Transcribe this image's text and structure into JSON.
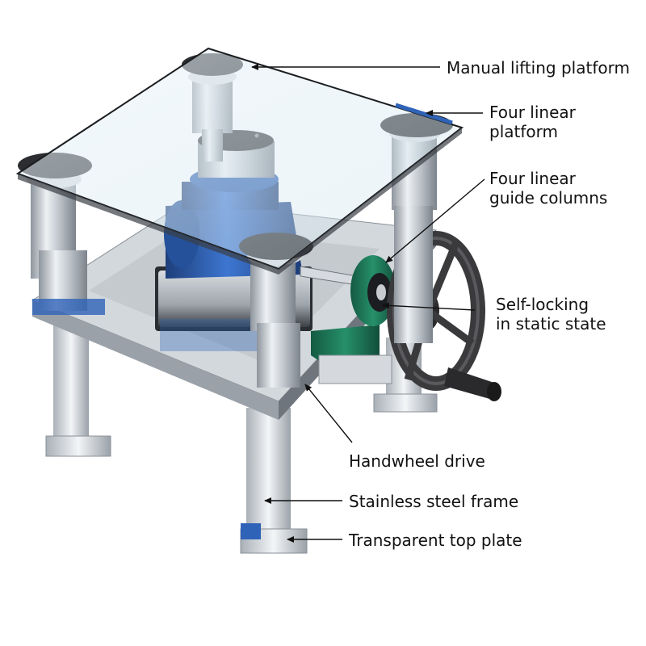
{
  "colors": {
    "steel": "#c7ccd1",
    "steel_dark": "#7d858e",
    "motor_blue": "#2f63b8",
    "bearing_green": "#1f7f5e",
    "handwheel": "#3a3a3c",
    "glass": "#dfeef5"
  },
  "callouts": [
    {
      "id": "manual-lifting-platform",
      "lines": [
        "Manual lifting platform"
      ]
    },
    {
      "id": "four-linear-platform",
      "lines": [
        "Four linear",
        "platform"
      ]
    },
    {
      "id": "four-linear-guide-columns",
      "lines": [
        "Four linear",
        "guide columns"
      ]
    },
    {
      "id": "self-locking-static",
      "lines": [
        "Self-locking",
        "in static state"
      ]
    },
    {
      "id": "handwheel-drive",
      "lines": [
        "Handwheel drive"
      ]
    },
    {
      "id": "stainless-steel-frame",
      "lines": [
        "Stainless steel frame"
      ]
    },
    {
      "id": "transparent-top-plate",
      "lines": [
        "Transparent top plate"
      ]
    }
  ]
}
